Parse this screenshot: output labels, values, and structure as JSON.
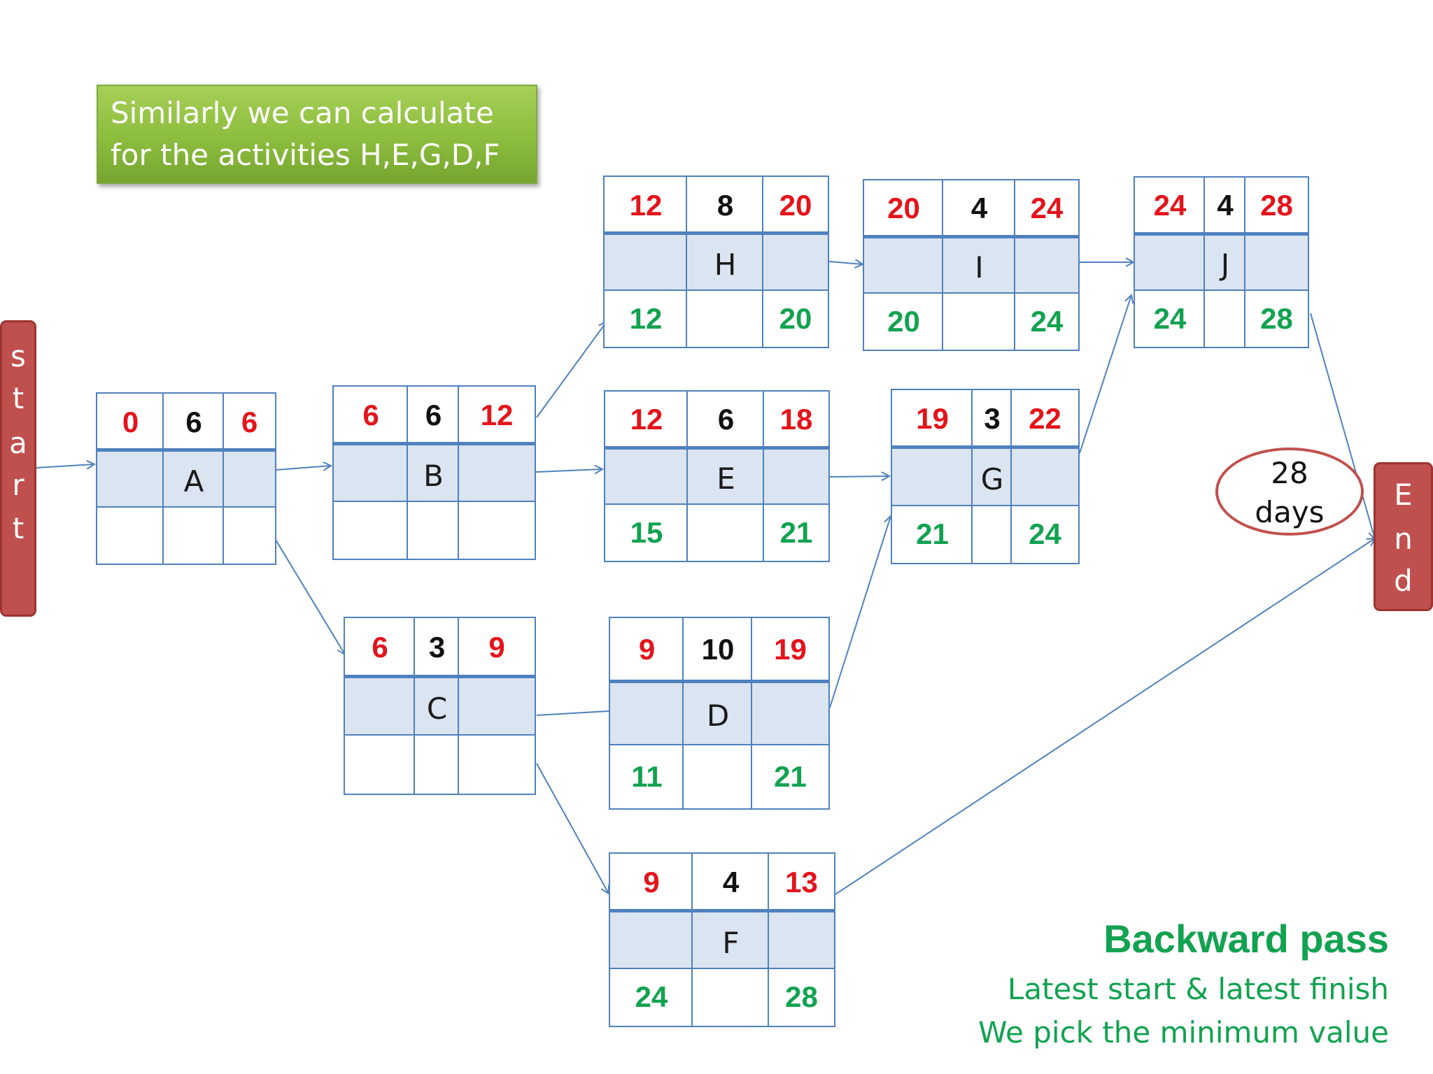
{
  "callout": {
    "line1": "Similarly we can calculate",
    "line2": "for the activities H,E,G,D,F"
  },
  "start_bar": {
    "letters": [
      "s",
      "t",
      "a",
      "r",
      "t"
    ]
  },
  "end_bar": {
    "letters": [
      "E",
      "n",
      "d"
    ]
  },
  "duration_badge": {
    "line1": "28",
    "line2": "days"
  },
  "legend": {
    "title": "Backward pass",
    "line1": "Latest start & latest finish",
    "line2": "We pick the minimum value"
  },
  "nodes": [
    {
      "name": "A",
      "es": "0",
      "dur": "6",
      "ef": "6",
      "ls": "",
      "lf": ""
    },
    {
      "name": "B",
      "es": "6",
      "dur": "6",
      "ef": "12",
      "ls": "",
      "lf": ""
    },
    {
      "name": "C",
      "es": "6",
      "dur": "3",
      "ef": "9",
      "ls": "",
      "lf": ""
    },
    {
      "name": "H",
      "es": "12",
      "dur": "8",
      "ef": "20",
      "ls": "12",
      "lf": "20"
    },
    {
      "name": "E",
      "es": "12",
      "dur": "6",
      "ef": "18",
      "ls": "15",
      "lf": "21"
    },
    {
      "name": "D",
      "es": "9",
      "dur": "10",
      "ef": "19",
      "ls": "11",
      "lf": "21"
    },
    {
      "name": "F",
      "es": "9",
      "dur": "4",
      "ef": "13",
      "ls": "24",
      "lf": "28"
    },
    {
      "name": "I",
      "es": "20",
      "dur": "4",
      "ef": "24",
      "ls": "20",
      "lf": "24"
    },
    {
      "name": "G",
      "es": "19",
      "dur": "3",
      "ef": "22",
      "ls": "21",
      "lf": "24"
    },
    {
      "name": "J",
      "es": "24",
      "dur": "4",
      "ef": "28",
      "ls": "24",
      "lf": "28"
    }
  ],
  "edges": [
    {
      "from": "start",
      "to": "A"
    },
    {
      "from": "A",
      "to": "B"
    },
    {
      "from": "A",
      "to": "C"
    },
    {
      "from": "B",
      "to": "H"
    },
    {
      "from": "B",
      "to": "E"
    },
    {
      "from": "C",
      "to": "D"
    },
    {
      "from": "C",
      "to": "F"
    },
    {
      "from": "H",
      "to": "I"
    },
    {
      "from": "E",
      "to": "G"
    },
    {
      "from": "D",
      "to": "G"
    },
    {
      "from": "I",
      "to": "J"
    },
    {
      "from": "G",
      "to": "J"
    },
    {
      "from": "J",
      "to": "End"
    },
    {
      "from": "F",
      "to": "End"
    }
  ],
  "colors": {
    "early_values": "#e3141b",
    "late_values": "#12a250",
    "node_border": "#4f81bd",
    "node_middle_fill": "#dbe4f1",
    "terminal_bar": "#c0504d",
    "callout_fill": "#8cbd3e"
  }
}
